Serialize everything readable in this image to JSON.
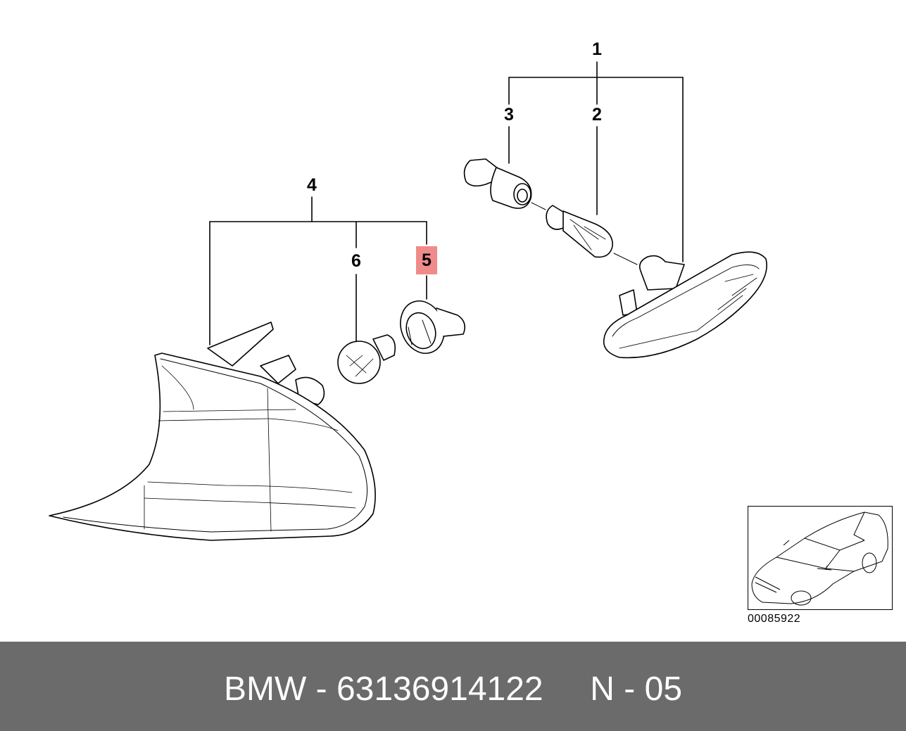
{
  "callouts": {
    "c1": "1",
    "c2": "2",
    "c3": "3",
    "c4": "4",
    "c5": "5",
    "c6": "6"
  },
  "highlight_color": "#f08b8b",
  "reference_code": "00085922",
  "footer": {
    "brand": "BMW",
    "separator": "-",
    "part_number": "63136914122",
    "position": "N - 05"
  },
  "footer_color": "#6b6b6b"
}
